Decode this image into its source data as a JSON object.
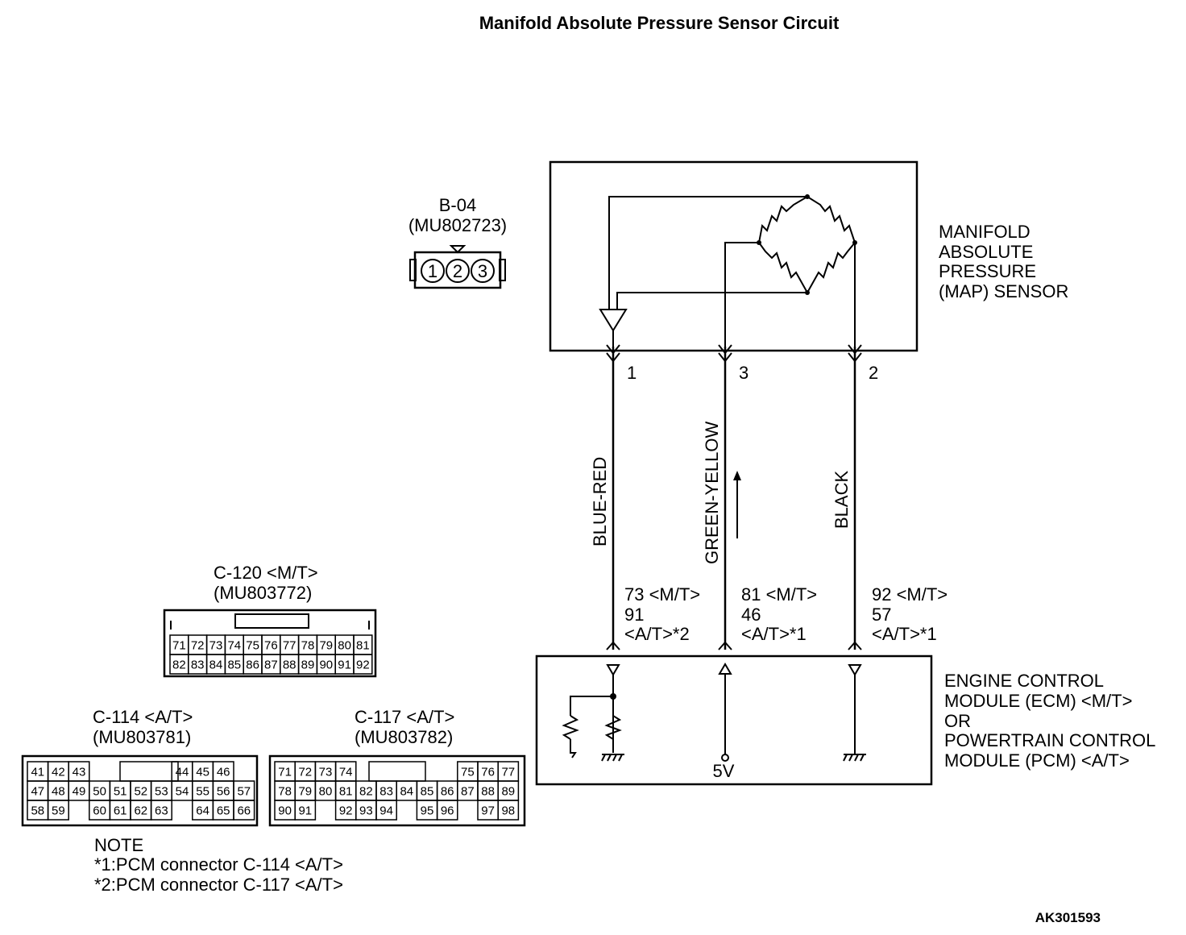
{
  "title": "Manifold Absolute Pressure Sensor Circuit",
  "sensor_connector": {
    "id": "B-04",
    "part": "(MU802723)",
    "pins": [
      "1",
      "2",
      "3"
    ]
  },
  "sensor": {
    "label_lines": [
      "MANIFOLD",
      "ABSOLUTE",
      "PRESSURE",
      "(MAP) SENSOR"
    ]
  },
  "wires": [
    {
      "pin": "1",
      "color": "BLUE-RED",
      "ecm_terminal_lines": [
        "73 <M/T>",
        "91",
        "<A/T>*2"
      ]
    },
    {
      "pin": "3",
      "color": "GREEN-YELLOW",
      "ecm_terminal_lines": [
        "81 <M/T>",
        "46",
        "<A/T>*1"
      ]
    },
    {
      "pin": "2",
      "color": "BLACK",
      "ecm_terminal_lines": [
        "92 <M/T>",
        "57",
        "<A/T>*1"
      ]
    }
  ],
  "ecm": {
    "label_lines": [
      "ENGINE CONTROL",
      "MODULE (ECM) <M/T>",
      "OR",
      "POWERTRAIN CONTROL",
      "MODULE (PCM) <A/T>"
    ],
    "supply": "5V"
  },
  "connectors": {
    "c120": {
      "id": "C-120 <M/T>",
      "part": "(MU803772)",
      "rows": [
        [
          "71",
          "72",
          "73",
          "74",
          "75",
          "76",
          "77",
          "78",
          "79",
          "80",
          "81"
        ],
        [
          "82",
          "83",
          "84",
          "85",
          "86",
          "87",
          "88",
          "89",
          "90",
          "91",
          "92"
        ]
      ]
    },
    "c114": {
      "id": "C-114 <A/T>",
      "part": "(MU803781)",
      "rows": [
        [
          "41",
          "42",
          "43",
          "",
          "",
          "",
          "",
          "44",
          "45",
          "46"
        ],
        [
          "47",
          "48",
          "49",
          "50",
          "51",
          "52",
          "53",
          "54",
          "55",
          "56",
          "57"
        ],
        [
          "58",
          "59",
          "",
          "60",
          "61",
          "62",
          "63",
          "",
          "64",
          "65",
          "66"
        ]
      ]
    },
    "c117": {
      "id": "C-117 <A/T>",
      "part": "(MU803782)",
      "rows": [
        [
          "71",
          "72",
          "73",
          "74",
          "",
          "",
          "",
          "",
          "",
          "75",
          "76",
          "77"
        ],
        [
          "78",
          "79",
          "80",
          "81",
          "82",
          "83",
          "84",
          "85",
          "86",
          "87",
          "88",
          "89"
        ],
        [
          "90",
          "91",
          "",
          "92",
          "93",
          "94",
          "",
          "95",
          "96",
          "",
          "97",
          "98"
        ]
      ]
    }
  },
  "note": {
    "heading": "NOTE",
    "lines": [
      "*1:PCM connector C-114 <A/T>",
      "*2:PCM connector C-117 <A/T>"
    ]
  },
  "reference": "AK301593"
}
